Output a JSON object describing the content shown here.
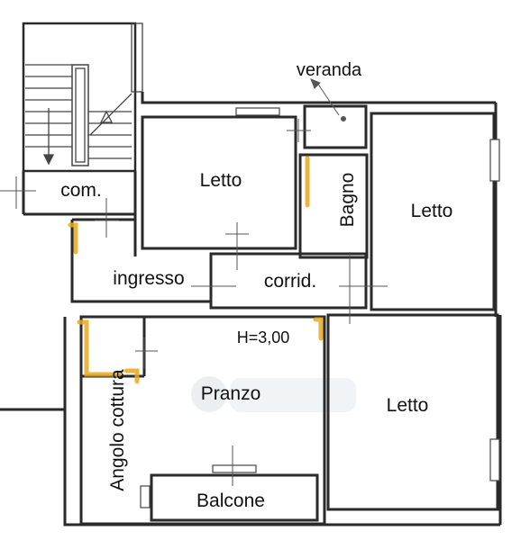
{
  "colors": {
    "wall": "#2a2a2a",
    "thin_line": "#555555",
    "highlight": "#e8a91f",
    "watermark": "#dde3e8",
    "background": "#ffffff"
  },
  "rooms": {
    "veranda": "veranda",
    "com": "com.",
    "letto_1": "Letto",
    "letto_2": "Letto",
    "letto_3": "Letto",
    "bagno": "Bagno",
    "ingresso": "ingresso",
    "corridoio": "corrid.",
    "pranzo": "Pranzo",
    "angolo_cottura": "Angolo cottura",
    "balcone": "Balcone"
  },
  "height_note": "H=3,00",
  "icons": {
    "stairs": "stairs-icon",
    "door_swing": "door-swing-icon",
    "window": "window-icon",
    "watermark": "watermark-logo"
  }
}
